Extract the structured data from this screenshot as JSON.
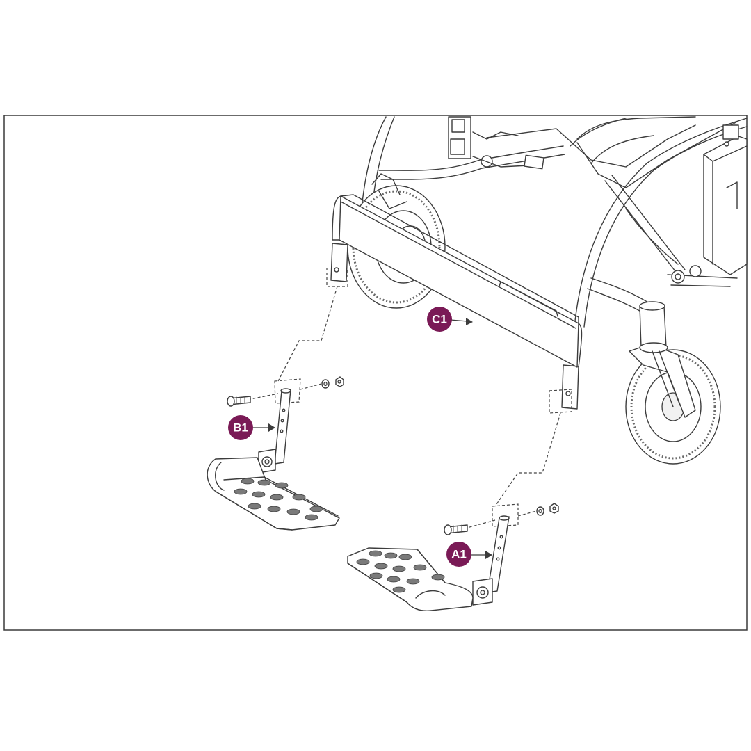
{
  "callouts": {
    "c1": {
      "label": "C1",
      "color": "#7a1a56"
    },
    "b1": {
      "label": "B1",
      "color": "#7a1a56"
    },
    "a1": {
      "label": "A1",
      "color": "#7a1a56"
    }
  },
  "colors": {
    "line": "#3c3c3c",
    "frame": "#3a3a3a",
    "background": "#ffffff"
  }
}
